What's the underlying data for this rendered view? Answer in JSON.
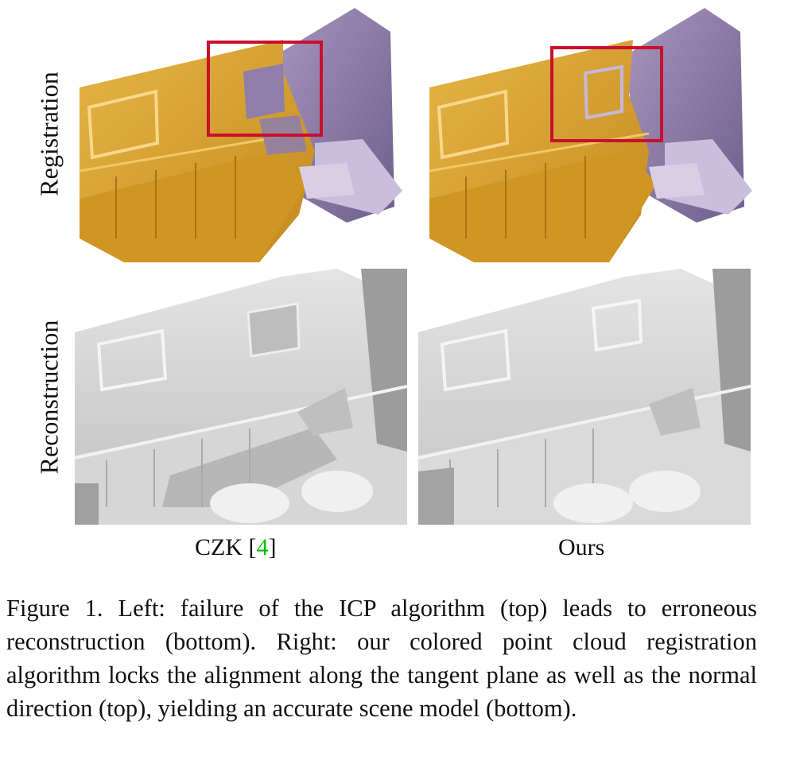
{
  "figure": {
    "row_labels": {
      "top": "Registration",
      "bottom": "Reconstruction"
    },
    "columns": {
      "left": {
        "name": "CZK",
        "cite_open": " [",
        "cite_number": "4",
        "cite_close": "]"
      },
      "right": {
        "name": "Ours"
      }
    },
    "colors": {
      "wall_yellow": "#d9a030",
      "wall_purple": "#8d7ba6",
      "highlight_box": "#c8102e",
      "citation_link": "#00c000"
    },
    "caption": "Figure 1. Left: failure of the ICP algorithm (top) leads to erroneous reconstruction (bottom). Right: our colored point cloud registration algorithm locks the alignment along the tangent plane as well as the normal direction (top), yielding an accurate scene model (bottom)."
  }
}
